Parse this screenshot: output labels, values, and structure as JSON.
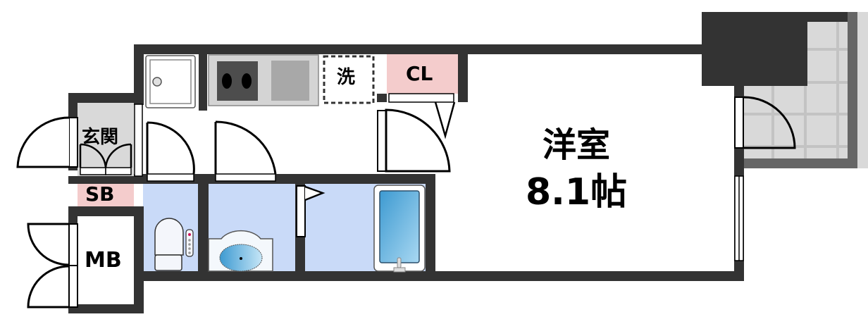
{
  "floorplan": {
    "rooms": {
      "western_room": {
        "name": "洋室",
        "area": "8.1帖"
      },
      "entrance": {
        "name": "玄関"
      },
      "shoe_box": {
        "name": "SB"
      },
      "meter_box": {
        "name": "MB"
      },
      "closet": {
        "name": "CL"
      },
      "washer_space": {
        "name": "洗"
      }
    },
    "colors": {
      "wall": "#333333",
      "entrance_floor": "#d9d9d9",
      "storage_pink": "#f4cccc",
      "wet_area_blue": "#c9daf8",
      "balcony_floor": "#d9d9d9",
      "balcony_wall": "#666666"
    }
  }
}
